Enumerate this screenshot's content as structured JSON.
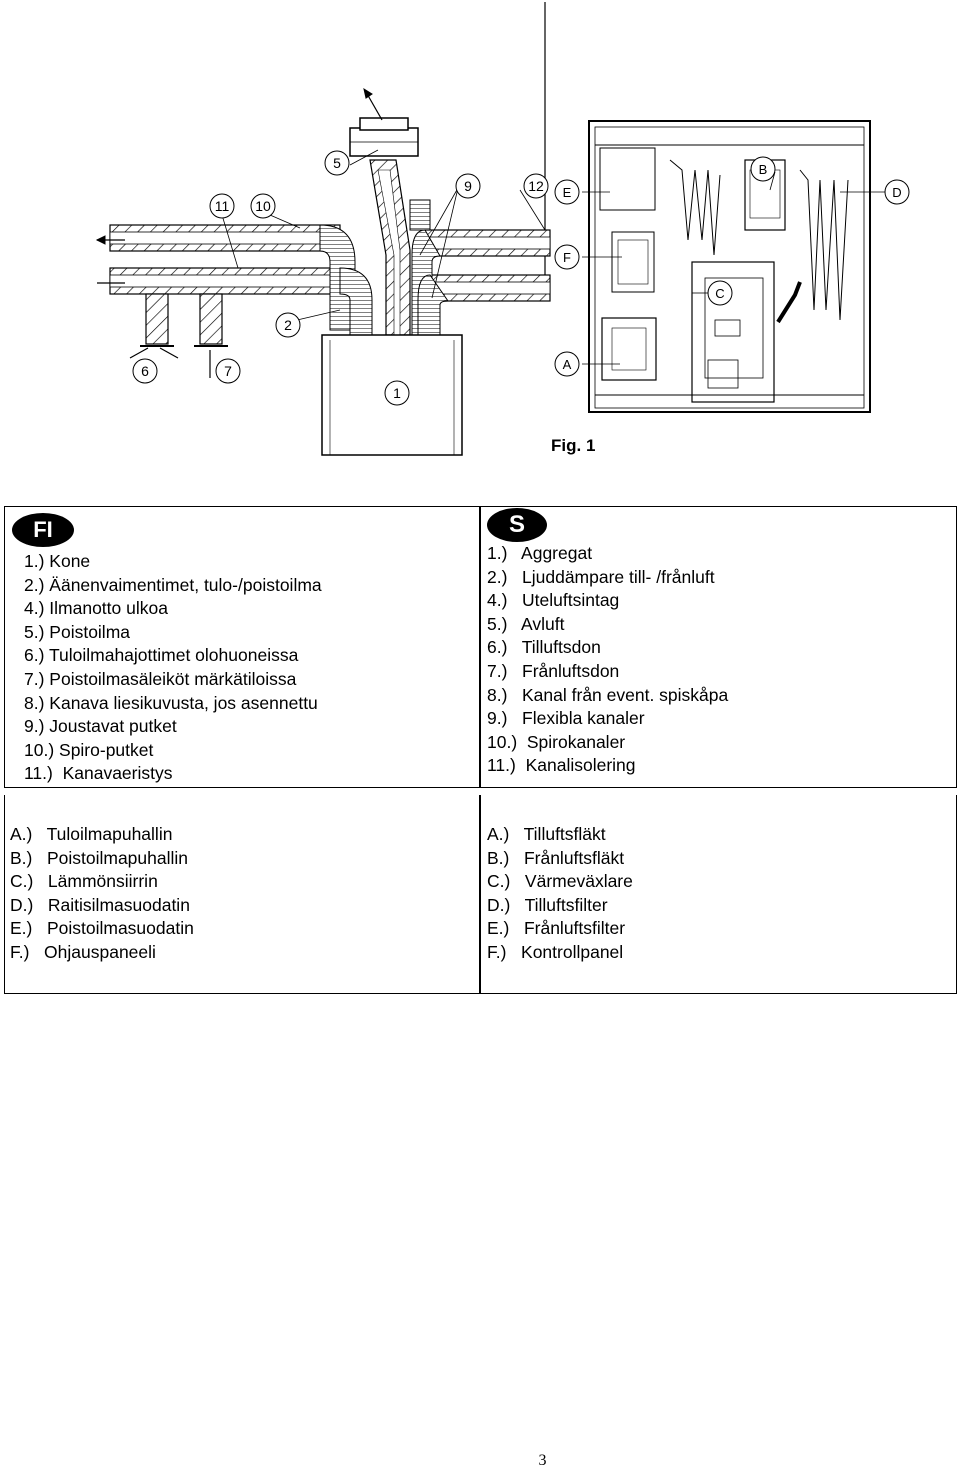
{
  "figure": {
    "label": "Fig. 1",
    "duct_callouts": [
      "11",
      "10",
      "5",
      "9",
      "12",
      "2",
      "6",
      "7",
      "1"
    ],
    "unit_callouts": [
      "E",
      "B",
      "D",
      "F",
      "C",
      "A"
    ]
  },
  "fi": {
    "lang_badge": "FI",
    "items": [
      "1.) Kone",
      "2.) Äänenvaimentimet, tulo-/poistoilma",
      "4.) Ilmanotto ulkoa",
      "5.) Poistoilma",
      "6.) Tuloilmahajottimet olohuoneissa",
      "7.) Poistoilmasäleiköt märkätiloissa",
      "8.) Kanava liesikuvusta, jos asennettu",
      "9.) Joustavat putket",
      "10.) Spiro-putket",
      "11.)  Kanavaeristys"
    ],
    "components": [
      "A.)   Tuloilmapuhallin",
      "B.)   Poistoilmapuhallin",
      "C.)   Lämmönsiirrin",
      "D.)   Raitisilmasuodatin",
      "E.)   Poistoilmasuodatin",
      "F.)   Ohjauspaneeli"
    ]
  },
  "s": {
    "lang_badge": "S",
    "items": [
      "1.)   Aggregat",
      "2.)   Ljuddämpare till- /frånluft",
      "4.)   Uteluftsintag",
      "5.)   Avluft",
      "6.)   Tilluftsdon",
      "7.)   Frånluftsdon",
      "8.)   Kanal från event. spiskåpa",
      "9.)   Flexibla kanaler",
      "10.)  Spirokanaler",
      "11.)  Kanalisolering"
    ],
    "components": [
      "A.)   Tilluftsfläkt",
      "B.)   Frånluftsfläkt",
      "C.)   Värmeväxlare",
      "D.)   Tilluftsfilter",
      "E.)   Frånluftsfilter",
      "F.)   Kontrollpanel"
    ]
  },
  "page_number": "3"
}
